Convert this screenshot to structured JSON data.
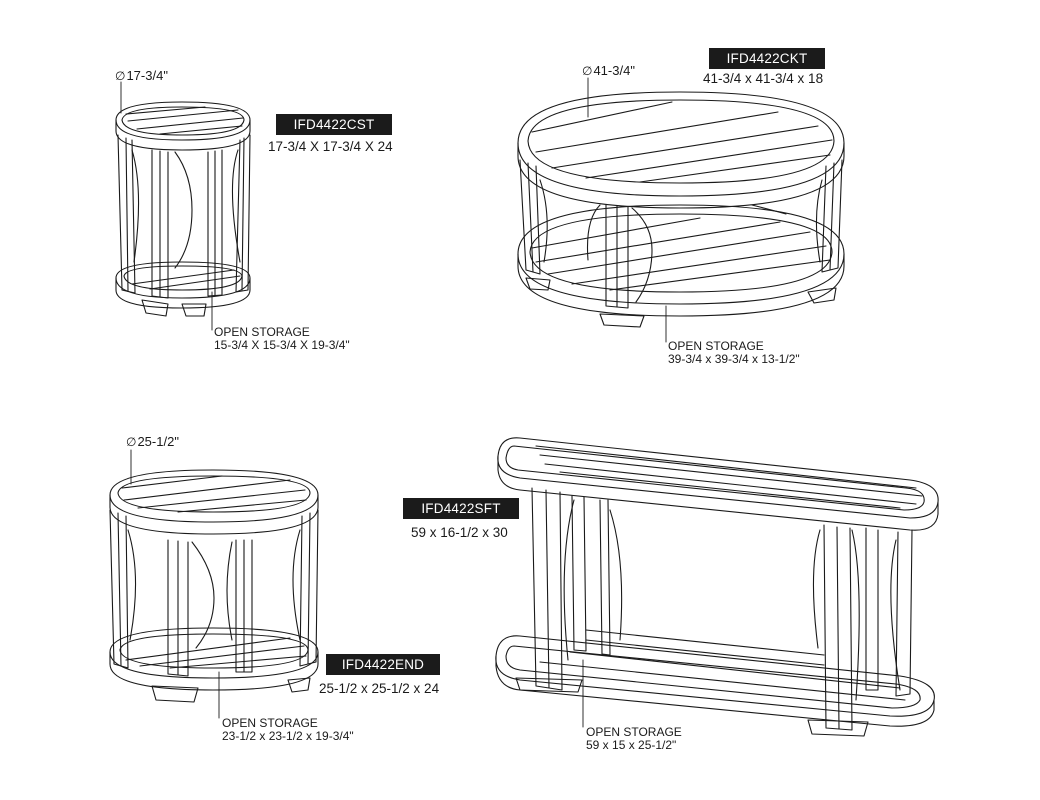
{
  "products": [
    {
      "id": "chairside",
      "code": "IFD4422CST",
      "dimensions": "17-3/4 X 17-3/4 X 24",
      "diameter": "17-3/4\"",
      "storage_label": "OPEN STORAGE",
      "storage_dims": "15-3/4 X 15-3/4 X 19-3/4\""
    },
    {
      "id": "cocktail",
      "code": "IFD4422CKT",
      "dimensions": "41-3/4 x 41-3/4 x 18",
      "diameter": "41-3/4\"",
      "storage_label": "OPEN STORAGE",
      "storage_dims": "39-3/4 x 39-3/4 x 13-1/2\""
    },
    {
      "id": "end",
      "code": "IFD4422END",
      "dimensions": "25-1/2 x 25-1/2 x 24",
      "diameter": "25-1/2\"",
      "storage_label": "OPEN STORAGE",
      "storage_dims": "23-1/2 x 23-1/2 x 19-3/4\""
    },
    {
      "id": "sofa",
      "code": "IFD4422SFT",
      "dimensions": "59 x 16-1/2 x 30",
      "storage_label": "OPEN STORAGE",
      "storage_dims": "59 x 15 x 25-1/2\""
    }
  ],
  "symbols": {
    "diameter": "∅"
  },
  "colors": {
    "line": "#1a1a1a",
    "badge_bg": "#1b1b1b",
    "badge_text": "#ffffff"
  }
}
